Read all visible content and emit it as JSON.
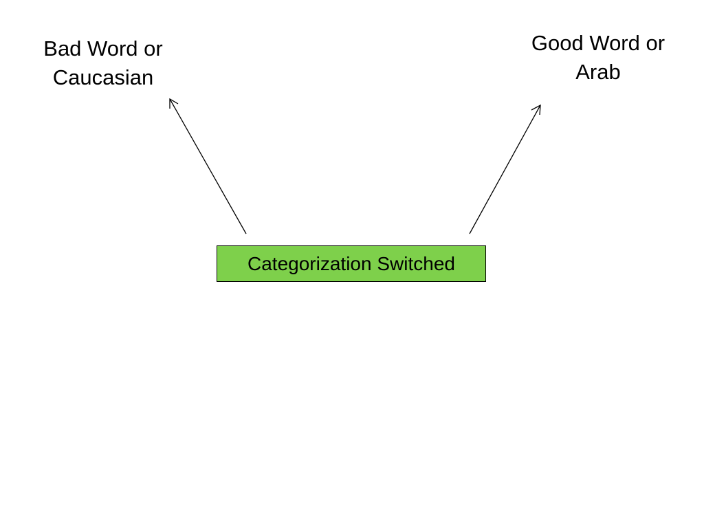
{
  "left_label": {
    "line1": "Bad Word or",
    "line2": "Caucasian"
  },
  "right_label": {
    "line1": "Good Word or",
    "line2": "Arab"
  },
  "center_box": {
    "text": "Categorization Switched",
    "fill_color": "#7ed04b"
  },
  "arrows": [
    {
      "from": "center_box",
      "to": "left_label"
    },
    {
      "from": "center_box",
      "to": "right_label"
    }
  ]
}
